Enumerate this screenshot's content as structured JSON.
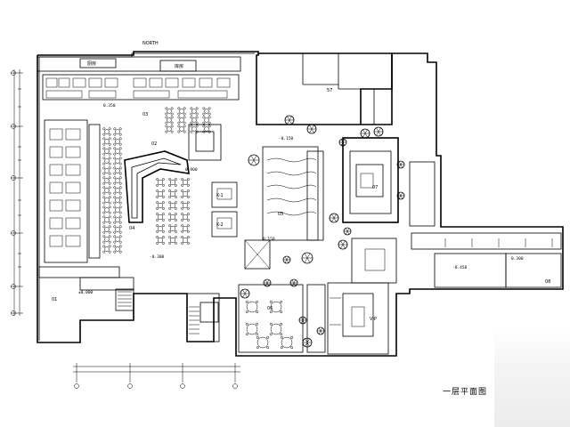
{
  "drawing": {
    "title": "一层平面图",
    "colors": {
      "line": "#000000",
      "background": "#ffffff",
      "watermark": "#ececec"
    }
  },
  "top_labels": {
    "top_center": "NORTH",
    "top_room": "厨房",
    "top_room2": "库房"
  },
  "rooms": {
    "r57": "57",
    "r01": "01",
    "r02": "02",
    "r03": "03",
    "r04": "04",
    "r05": "05",
    "r06": "06",
    "r07": "07",
    "r08": "08",
    "rk1": "K-1",
    "rk2": "K-2",
    "rVIP": "VIP"
  },
  "levels": {
    "l0": "±0.000",
    "l1": "-0.300",
    "l2": "0.150",
    "l3": "-0.450",
    "l4": "0.350",
    "l5": "0.900",
    "l6": "-0.150",
    "l7": "0.300"
  }
}
